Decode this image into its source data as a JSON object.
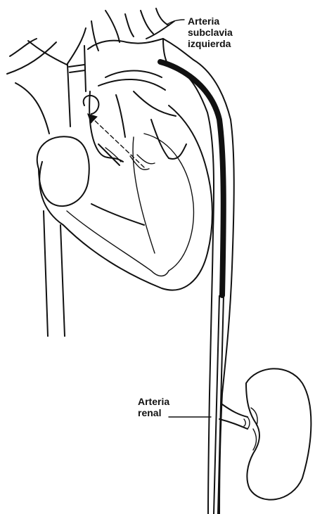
{
  "labels": {
    "subclavian": [
      "Arteria",
      "subclavia",
      "izquierda"
    ],
    "renal": [
      "Arteria",
      "renal"
    ]
  },
  "colors": {
    "ink": "#111111",
    "background": "#ffffff"
  }
}
